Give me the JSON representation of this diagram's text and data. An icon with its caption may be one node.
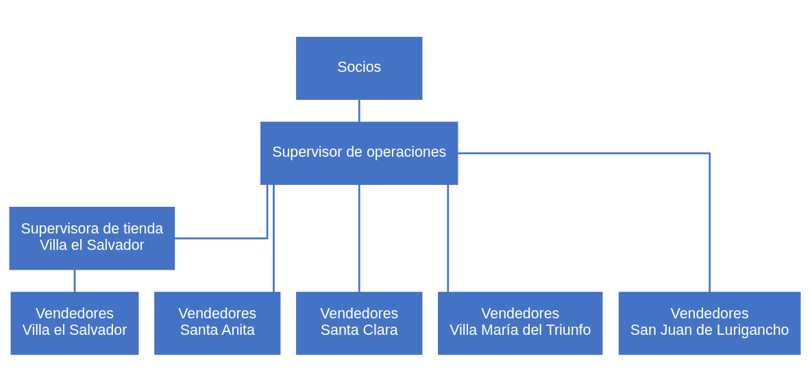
{
  "diagram": {
    "nodes": [
      {
        "text": [
          "Socios"
        ]
      },
      {
        "text": [
          "Supervisor de operaciones"
        ]
      },
      {
        "text": [
          "Supervisora de tienda",
          "Villa el Salvador"
        ]
      },
      {
        "text": [
          "Vendedores",
          "Villa el Salvador"
        ]
      },
      {
        "text": [
          "Vendedores",
          "Santa Anita"
        ]
      },
      {
        "text": [
          "Vendedores",
          "Santa Clara"
        ]
      },
      {
        "text": [
          "Vendedores",
          "Villa María del Triunfo"
        ]
      },
      {
        "text": [
          "Vendedores",
          "San Juan de Lurigancho"
        ]
      }
    ],
    "edges": [
      {
        "from": 0,
        "to": 1,
        "arrow": "none"
      },
      {
        "from": 1,
        "to": 2,
        "arrow": "none"
      },
      {
        "from": 1,
        "to": 4,
        "arrow": "none"
      },
      {
        "from": 1,
        "to": 5,
        "arrow": "none"
      },
      {
        "from": 1,
        "to": 6,
        "arrow": "none"
      },
      {
        "from": 1,
        "to": 7,
        "arrow": "none"
      },
      {
        "from": 2,
        "to": 3,
        "arrow": "none"
      }
    ]
  }
}
